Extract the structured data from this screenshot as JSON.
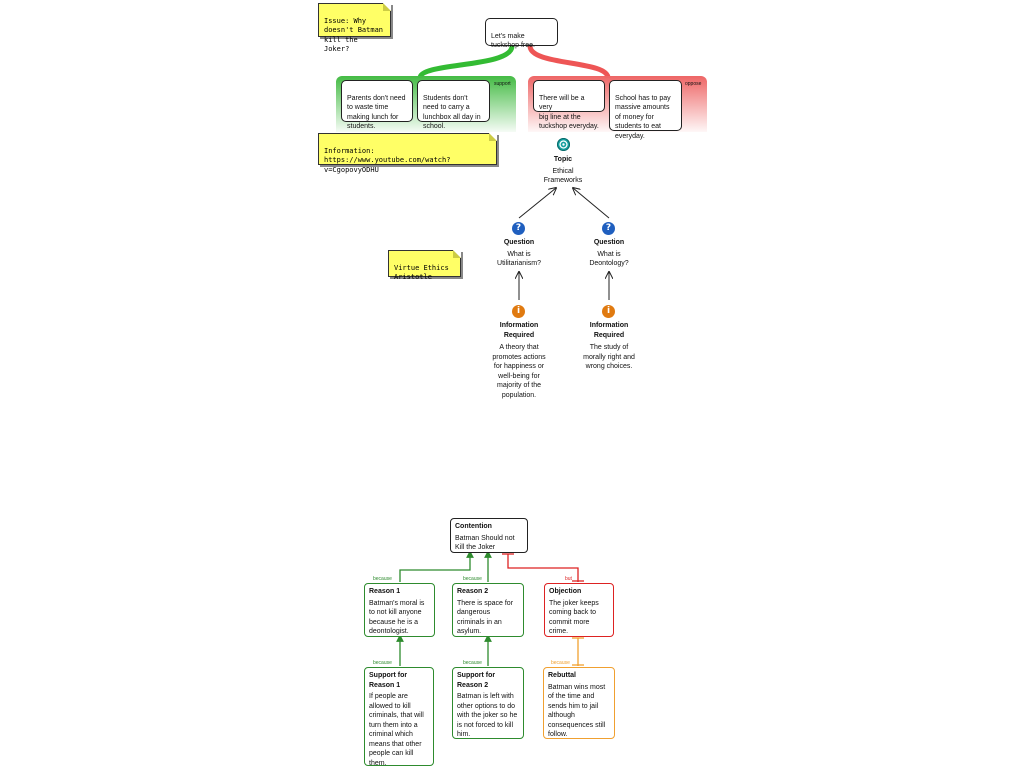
{
  "colors": {
    "support": "#33bb33",
    "oppose": "#ee5555",
    "reason": "#2e8b2e",
    "objection": "#dd2222",
    "rebuttal": "#f0a030",
    "note_bg": "#ffff66",
    "question_icon": "#1f5fbf",
    "info_icon": "#e07a10",
    "topic_icon": "#15a0a0"
  },
  "notes": {
    "issue": "Issue: Why\ndoesn't Batman\nkill the Joker?",
    "information": "Information:\nhttps://www.youtube.com/watch?v=CgopovyODHU",
    "virtue": "Virtue Ethics\nAristotle"
  },
  "debate": {
    "root": "Let's make\ntuckshop free.",
    "support_label": "support",
    "oppose_label": "oppose",
    "support_items": [
      "Parents don't need\nto waste time\nmaking lunch for\nstudents.",
      "Students don't\nneed to carry a\nlunchbox all day in\nschool."
    ],
    "oppose_items": [
      "There will be a very\nbig line at the\ntuckshop everyday.",
      "School has to pay\nmassive amounts\nof money for\nstudents to eat\neveryday."
    ]
  },
  "concept_map": {
    "topic": {
      "icon": "topic-icon",
      "heading": "Topic",
      "text": "Ethical\nFrameworks"
    },
    "questions": [
      {
        "icon": "question-icon",
        "heading": "Question",
        "text": "What is\nUtilitarianism?"
      },
      {
        "icon": "question-icon",
        "heading": "Question",
        "text": "What is\nDeontology?"
      }
    ],
    "info": [
      {
        "icon": "info-icon",
        "heading": "Information\nRequired",
        "text": "A theory that\npromotes actions\nfor happiness or\nwell-being for\nmajority of the\npopulation."
      },
      {
        "icon": "info-icon",
        "heading": "Information\nRequired",
        "text": "The study of\nmorally right and\nwrong choices."
      }
    ]
  },
  "argument_map": {
    "contention": {
      "title": "Contention",
      "text": "Batman Should not\nKill the Joker"
    },
    "link_because": "because",
    "link_but": "but",
    "reason1": {
      "title": "Reason 1",
      "text": "Batman's moral is\nto not kill anyone\nbecause he is a\ndeontologist."
    },
    "reason2": {
      "title": "Reason 2",
      "text": "There is space for\ndangerous\ncriminals   in an\nasylum."
    },
    "objection": {
      "title": "Objection",
      "text": "The joker keeps\ncoming back to\ncommit more\ncrime."
    },
    "support1": {
      "title": "Support for\nReason 1",
      "text": "If people are\nallowed to kill\ncriminals, that will\nturn them into a\ncriminal which\nmeans that other\npeople can kill\nthem."
    },
    "support2": {
      "title": "Support for\nReason 2",
      "text": "Batman is left with\nother options to do\nwith the joker so he\nis not forced to kill\nhim."
    },
    "rebuttal": {
      "title": "Rebuttal",
      "text": "Batman wins most\nof the time and\nsends him to jail\nalthough\nconsequences still\nfollow."
    }
  }
}
